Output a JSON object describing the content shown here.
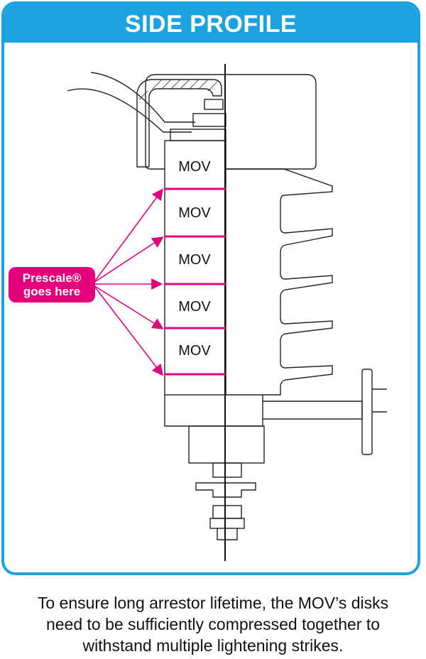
{
  "title": "SIDE PROFILE",
  "prescale_callout": {
    "line1": "Prescale®",
    "line2": "goes here",
    "color": "#e5007d"
  },
  "mov_disks": [
    "MOV",
    "MOV",
    "MOV",
    "MOV",
    "MOV"
  ],
  "caption": {
    "line1": "To ensure long arrestor lifetime, the MOV’s disks",
    "line2": "need to be sufficiently compressed together to",
    "line3": "withstand multiple lightening strikes."
  },
  "colors": {
    "frame": "#1aa3e0",
    "accent": "#e5007d",
    "line": "#222222"
  }
}
